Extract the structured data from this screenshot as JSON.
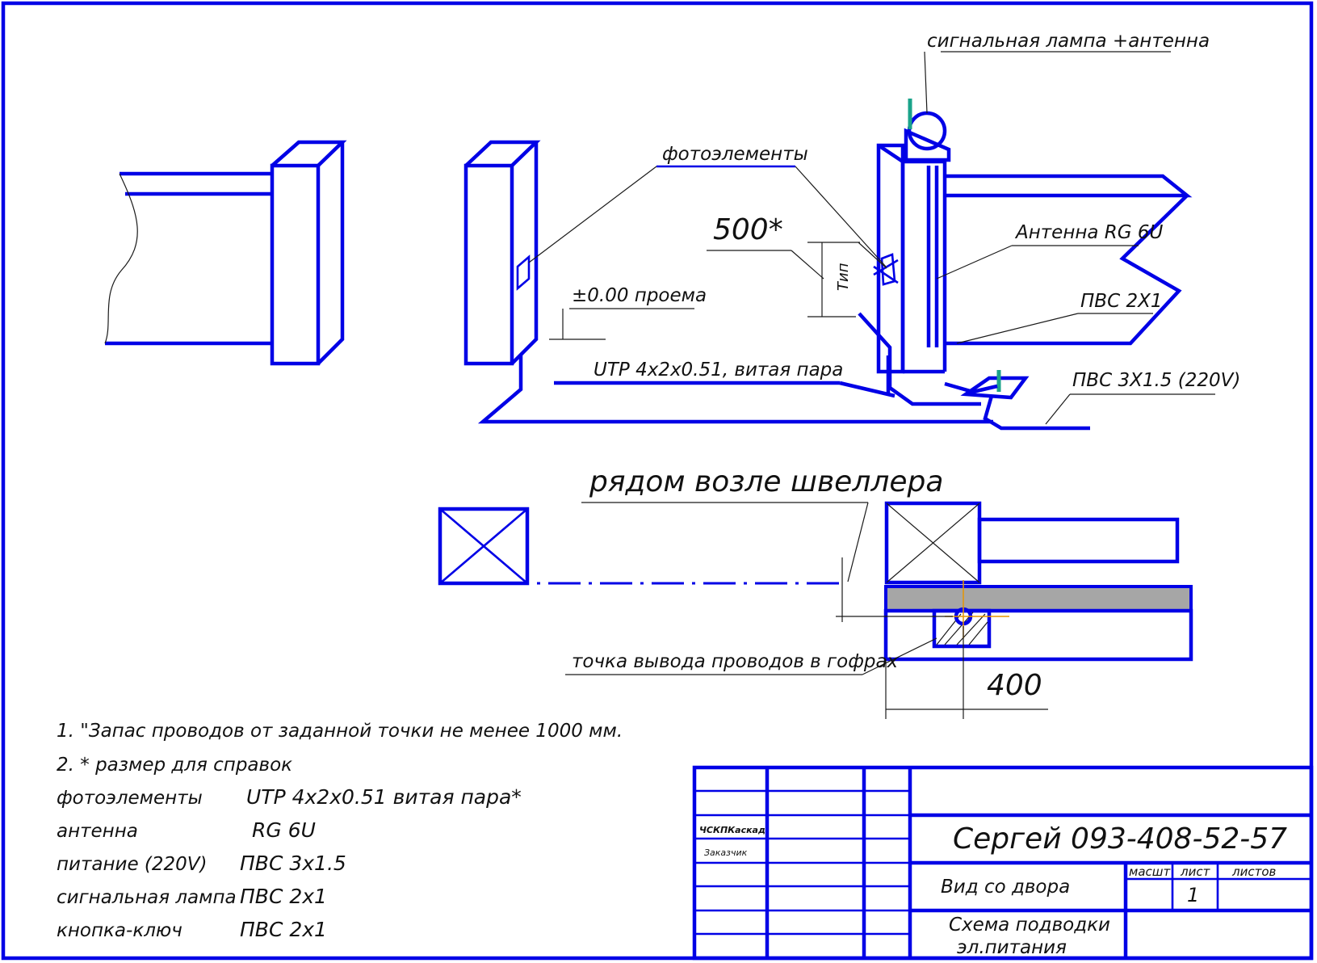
{
  "colors": {
    "line": "#0000e6",
    "dim": "#1a1a1a",
    "antenna": "#1aa38a",
    "fill": "#a6a6a6",
    "axis": "#e69500"
  },
  "labels": {
    "signal_lamp": "сигнальная лампа +антенна",
    "photo": "фотоэлементы",
    "dim500": "500*",
    "antenna_rg": "Антенна RG 6U",
    "pvs2x1": "ПВС 2Х1",
    "zero": "±0.00 проема",
    "utp": "UTP 4x2x0.51,  витая пара",
    "pvs3x15": "ПВС 3Х1.5 (220V)",
    "typ": "Тип",
    "near": "рядом возле швеллера",
    "outlet": "точка вывода проводов в гофрах",
    "dim400": "400"
  },
  "notes": {
    "n1": "1. \"Запас проводов от заданной точки не менее 1000 мм.",
    "n2": "2.  * размер для справок"
  },
  "spec": [
    {
      "name": "фотоэлементы",
      "value": "UTP 4x2x0.51 витая пара*"
    },
    {
      "name": "антенна",
      "value": "RG 6U"
    },
    {
      "name": "питание (220V)",
      "value": "ПВС 3х1.5"
    },
    {
      "name": "сигнальная лампа",
      "value": "ПВС 2х1"
    },
    {
      "name": "кнопка-ключ",
      "value": "ПВС 2х1"
    }
  ],
  "title_block": {
    "company": "ЧСКПКаскад",
    "customer": "Заказчик",
    "contact": "Сергей 093-408-52-57",
    "view": "Вид со двора",
    "scheme_line1": "Схема подводки",
    "scheme_line2": "эл.питания",
    "masht": "масшт",
    "list": "лист",
    "listov": "листов",
    "sheet_no": "1"
  }
}
